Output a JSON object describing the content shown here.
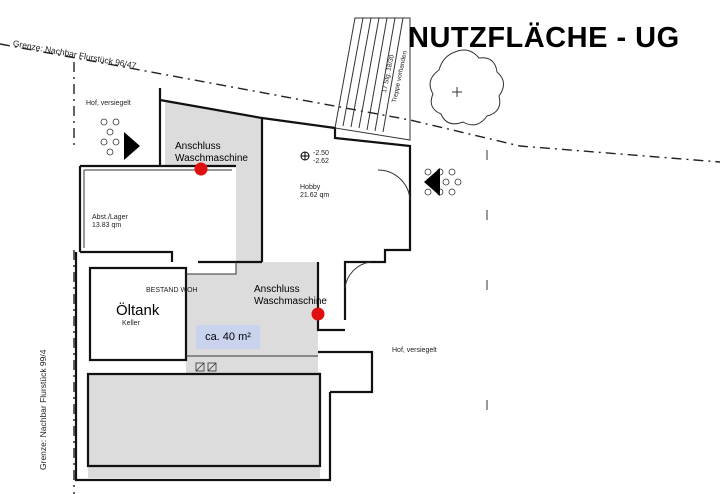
{
  "title": "NUTZFLÄCHE - UG",
  "labels": {
    "anschluss1": "Anschluss",
    "wasch1": "Waschmaschine",
    "anschluss2": "Anschluss",
    "wasch2": "Waschmaschine",
    "oeltank": "Öltank",
    "oeltank_sub": "Keller",
    "area": "ca. 40 m²",
    "abst": "Abst./Lager",
    "abst_area": "13.83 qm",
    "hobby": "Hobby",
    "hobby_area": "21.62 qm",
    "level1": "-2.50",
    "level2": "-2.62",
    "bestand": "BESTAND WOH",
    "hof_top": "Hof, versiegelt",
    "hof_right": "Hof, versiegelt",
    "grenze_top": "Grenze: Nachbar Flurstück  96/47",
    "grenze_left": "Grenze: Nachbar Flurstück  99/4",
    "stair": "17 Stg. 18/30",
    "stair2": "Treppe vorhanden"
  },
  "colors": {
    "highlight_fill": "#dcdcdc",
    "marker": "#e01010",
    "area_box": "#c9d3ee"
  }
}
